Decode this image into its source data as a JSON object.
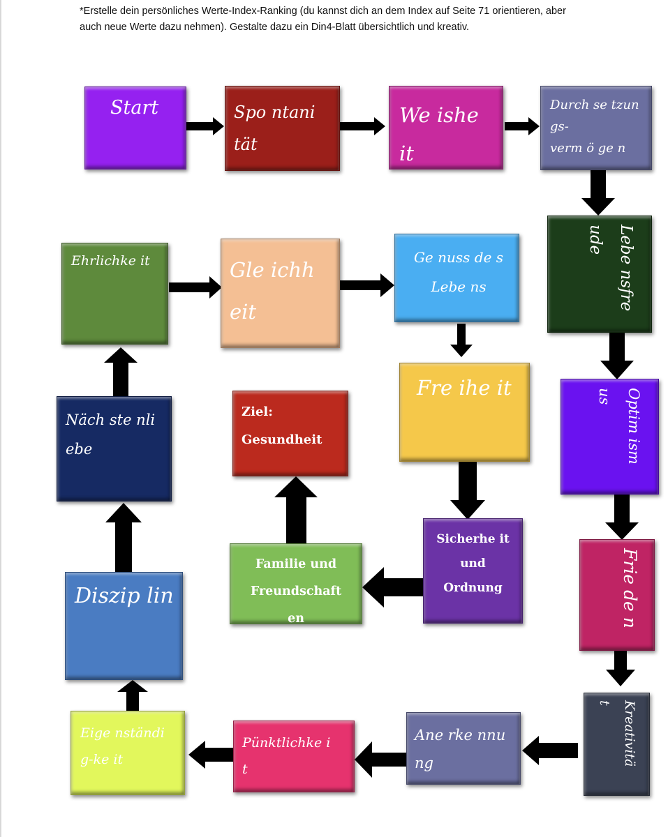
{
  "instruction": "*Erstelle dein persönliches Werte-Index-Ranking (du kannst dich an dem Index auf Seite 71 orientieren, aber auch neue Werte dazu nehmen). Gestalte dazu ein Din4-Blatt übersichtlich und kreativ.",
  "colors": {
    "start": "#9521f0",
    "spontanitaet": "#9b1f1a",
    "weisheit": "#c82a9e",
    "durchsetzung": "#6b6fa0",
    "lebensfreude": "#1c3d1a",
    "optimismus": "#6a12f0",
    "frieden": "#bf2464",
    "kreativitaet": "#3b4254",
    "anerkennung": "#6b6fa0",
    "puenktlichkeit": "#e6336e",
    "eigenstaendigkeit": "#e2f75c",
    "disziplin": "#4a7cc2",
    "naechstenliebe": "#162a63",
    "ehrlichkeit": "#5e8a3c",
    "gleichheit": "#f4bf94",
    "genuss": "#4aaef2",
    "freiheit": "#f5c84a",
    "sicherheit": "#6b33a6",
    "familie": "#80bd57",
    "ziel": "#bb2a1e",
    "arrow": "#000000"
  },
  "boxes": {
    "start": "Start",
    "spontanitaet": "Spo ntani\ntät",
    "weisheit": "We ishe\nit",
    "durchsetzung": "Durch se tzun\ngs-\nverm ö ge n",
    "lebensfreude": "Lebe nsfre\nude",
    "optimismus": "Optim ism\nus",
    "frieden": "Frie de n",
    "kreativitaet": "Kreativitä\nt",
    "anerkennung": "Ane rke nnu\nng",
    "puenktlichkeit": "Pünktlichke i\nt",
    "eigenstaendigkeit": "Eige nständi\ng-ke it",
    "disziplin": "Diszip lin",
    "naechstenliebe": "Näch ste nli\nebe",
    "ehrlichkeit": "Ehrlichke it",
    "gleichheit": "Gle ichh\neit",
    "genuss": "Ge nuss  de s\nLebe ns",
    "freiheit": "Fre ihe it",
    "sicherheit": "Sicherhe it\nund\nOrdnung",
    "familie": "Familie  und\nFreundschaft\nen",
    "ziel": "Ziel:\nGesundheit"
  }
}
